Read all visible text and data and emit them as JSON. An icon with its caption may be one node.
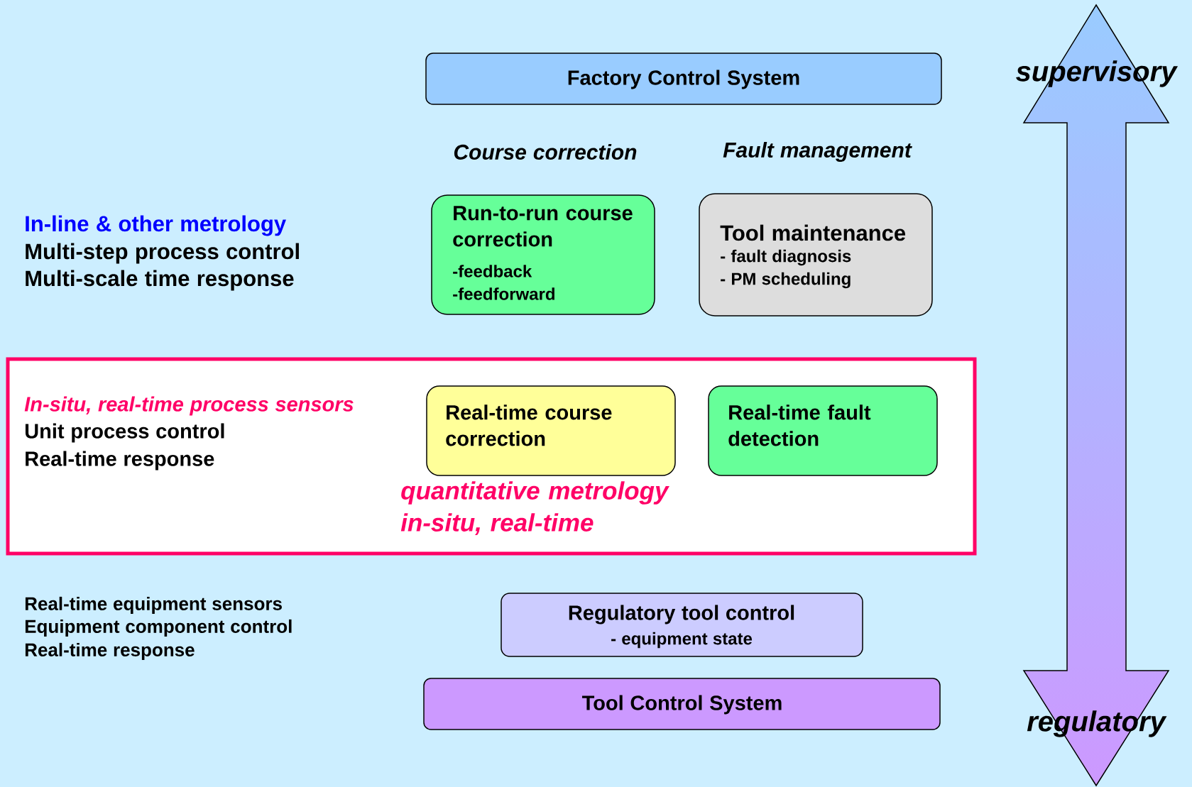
{
  "diagram": {
    "nodes": [
      {
        "text": [
          "Factory Control System"
        ]
      },
      {
        "text": [
          "Run-to-run course correction",
          "-feedback",
          "-feedforward"
        ]
      },
      {
        "text": [
          "Tool maintenance",
          "- fault diagnosis",
          "- PM scheduling"
        ]
      },
      {
        "text": [
          "In-situ, real-time process sensors",
          "Unit process control",
          "Real-time response",
          "quantitative metrology in-situ, real-time"
        ]
      },
      {
        "text": [
          "Real-time course correction"
        ],
        "in": 3
      },
      {
        "text": [
          "Real-time fault detection"
        ],
        "in": 3
      },
      {
        "text": [
          "Regulatory tool control",
          "- equipment state"
        ]
      },
      {
        "text": [
          "Tool Control System"
        ]
      }
    ],
    "labels": [
      "supervisory",
      "Course correction",
      "Fault management",
      "In-line & other metrology",
      "Multi-step process control",
      "Multi-scale time response",
      "Real-time equipment sensors",
      "Equipment component control",
      "Real-time response",
      "regulatory"
    ]
  }
}
